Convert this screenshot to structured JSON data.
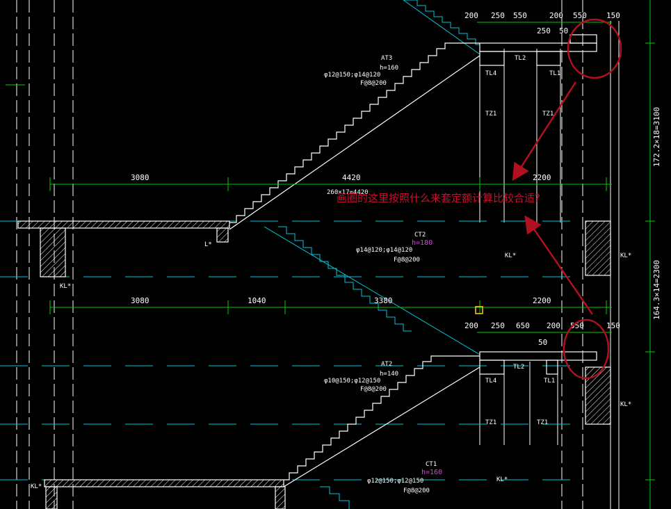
{
  "annotation": {
    "question": "画圈的这里按照什么来套定额计算比较合适?",
    "color": "#b01020"
  },
  "colors": {
    "background": "#000000",
    "structure": "#ffffff",
    "dimension_line": "#00cc00",
    "cyan_line": "#00c8dc",
    "magenta_text": "#e040e0",
    "marker": "#ffd000"
  },
  "upper_flight": {
    "top_dims": [
      "200",
      "250",
      "550",
      "200",
      "550",
      "150"
    ],
    "sub_dims": [
      "250",
      "50"
    ],
    "beam_labels": [
      "TL2",
      "TL4",
      "TL1"
    ],
    "column_labels": [
      "TZ1",
      "TZ1"
    ],
    "stair": {
      "name": "AT3",
      "h": "h=160",
      "rebar": "φ12@150;φ14@120",
      "dist": "F@8@200"
    },
    "span_dims": [
      "3080",
      "4420",
      "2200"
    ],
    "step_note": "260×17=4420"
  },
  "middle": {
    "beam_L": "L*",
    "beam_KL_left": "KL*",
    "beam_KL_right": "KL*",
    "beam_KL_center": "KL*",
    "stair": {
      "name": "CT2",
      "h": "h=180",
      "rebar": "φ14@120;φ14@120",
      "dist": "F@8@200"
    },
    "span_dims": [
      "3080",
      "1040",
      "3380",
      "2200"
    ]
  },
  "lower_flight": {
    "top_dims": [
      "200",
      "250",
      "650",
      "200",
      "550",
      "150"
    ],
    "sub_dims": [
      "50"
    ],
    "beam_labels": [
      "TL2",
      "TL4",
      "TL1"
    ],
    "column_labels": [
      "TZ1",
      "TZ1"
    ],
    "beam_KL_right": "KL*",
    "stair": {
      "name": "AT2",
      "h": "h=140",
      "rebar": "φ10@150;φ12@150",
      "dist": "F@8@200"
    }
  },
  "bottom": {
    "beam_KL_left": "KL*",
    "beam_KL_center": "KL*",
    "stair": {
      "name": "CT1",
      "h": "h=160",
      "rebar": "φ12@150;φ12@150",
      "dist": "F@8@200"
    }
  },
  "side_dims": [
    "172.2×18=3100",
    "164.3×14=2300"
  ]
}
